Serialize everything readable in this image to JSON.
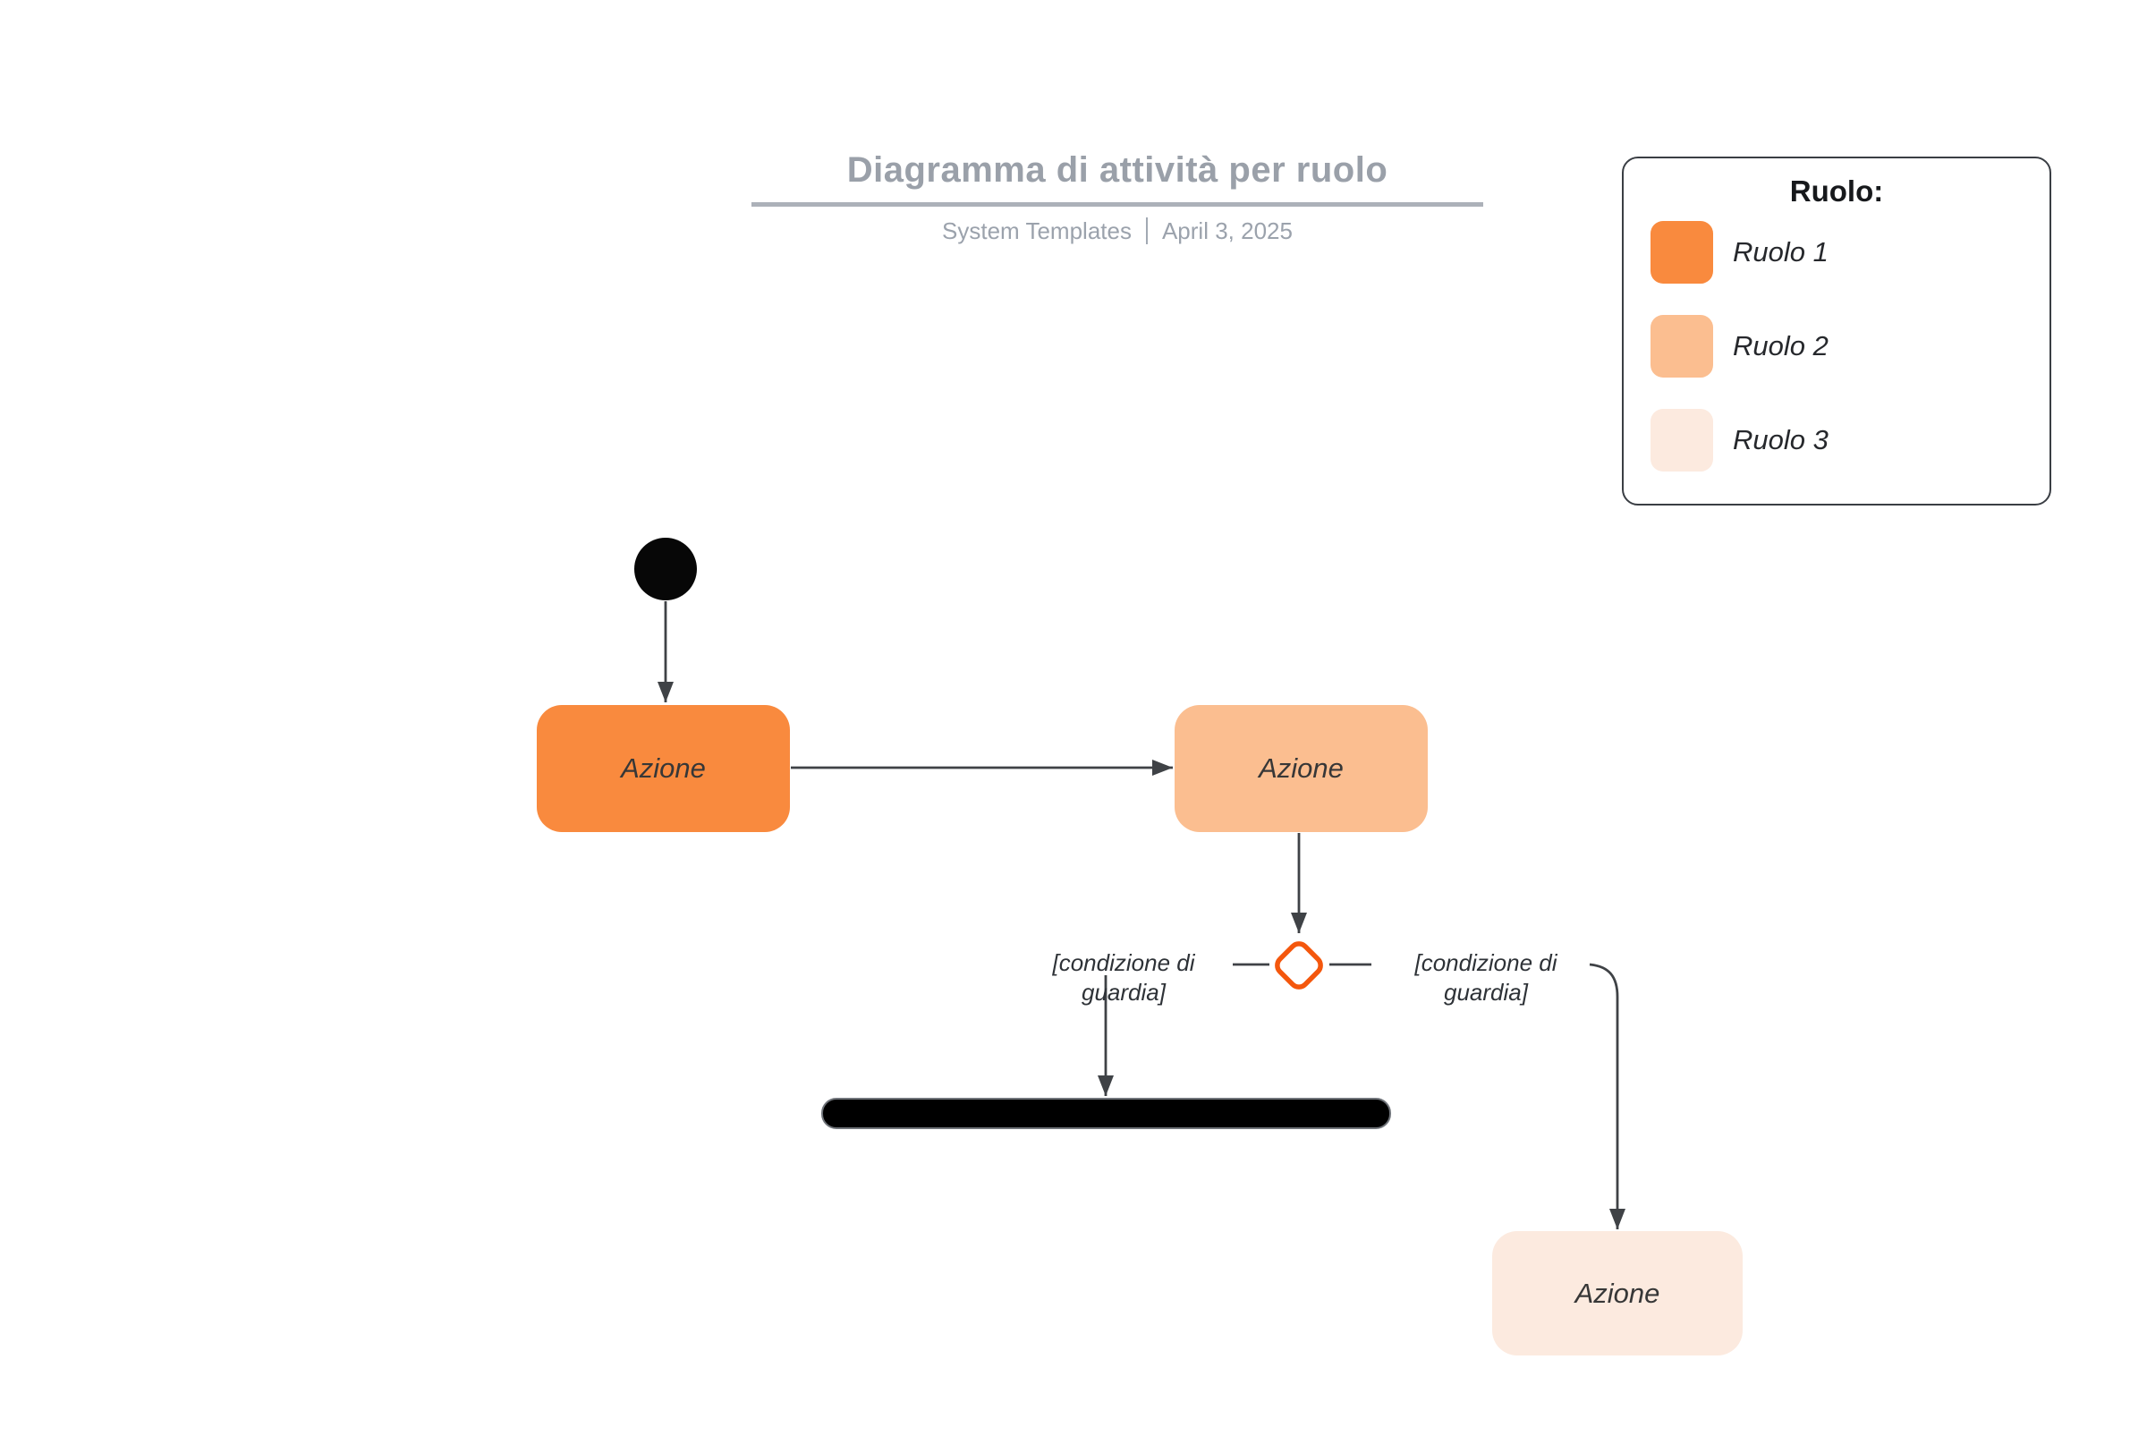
{
  "header": {
    "title": "Diagramma di attività per ruolo",
    "subtitle_author": "System Templates",
    "subtitle_date": "April 3, 2025"
  },
  "legend": {
    "title": "Ruolo:",
    "items": [
      {
        "label": "Ruolo 1",
        "color": "#F98A3E"
      },
      {
        "label": "Ruolo 2",
        "color": "#FBBE90"
      },
      {
        "label": "Ruolo 3",
        "color": "#FCEADF"
      }
    ]
  },
  "diagram": {
    "nodes": {
      "action1": {
        "label": "Azione"
      },
      "action2": {
        "label": "Azione"
      },
      "action3": {
        "label": "Azione"
      }
    },
    "guards": {
      "left": "[condizione di guardia]",
      "right": "[condizione di guardia]"
    }
  },
  "colors": {
    "decision_stroke": "#F4570D",
    "edge": "#3F4246",
    "bar_fill": "#000000",
    "initial_fill": "#070707"
  }
}
